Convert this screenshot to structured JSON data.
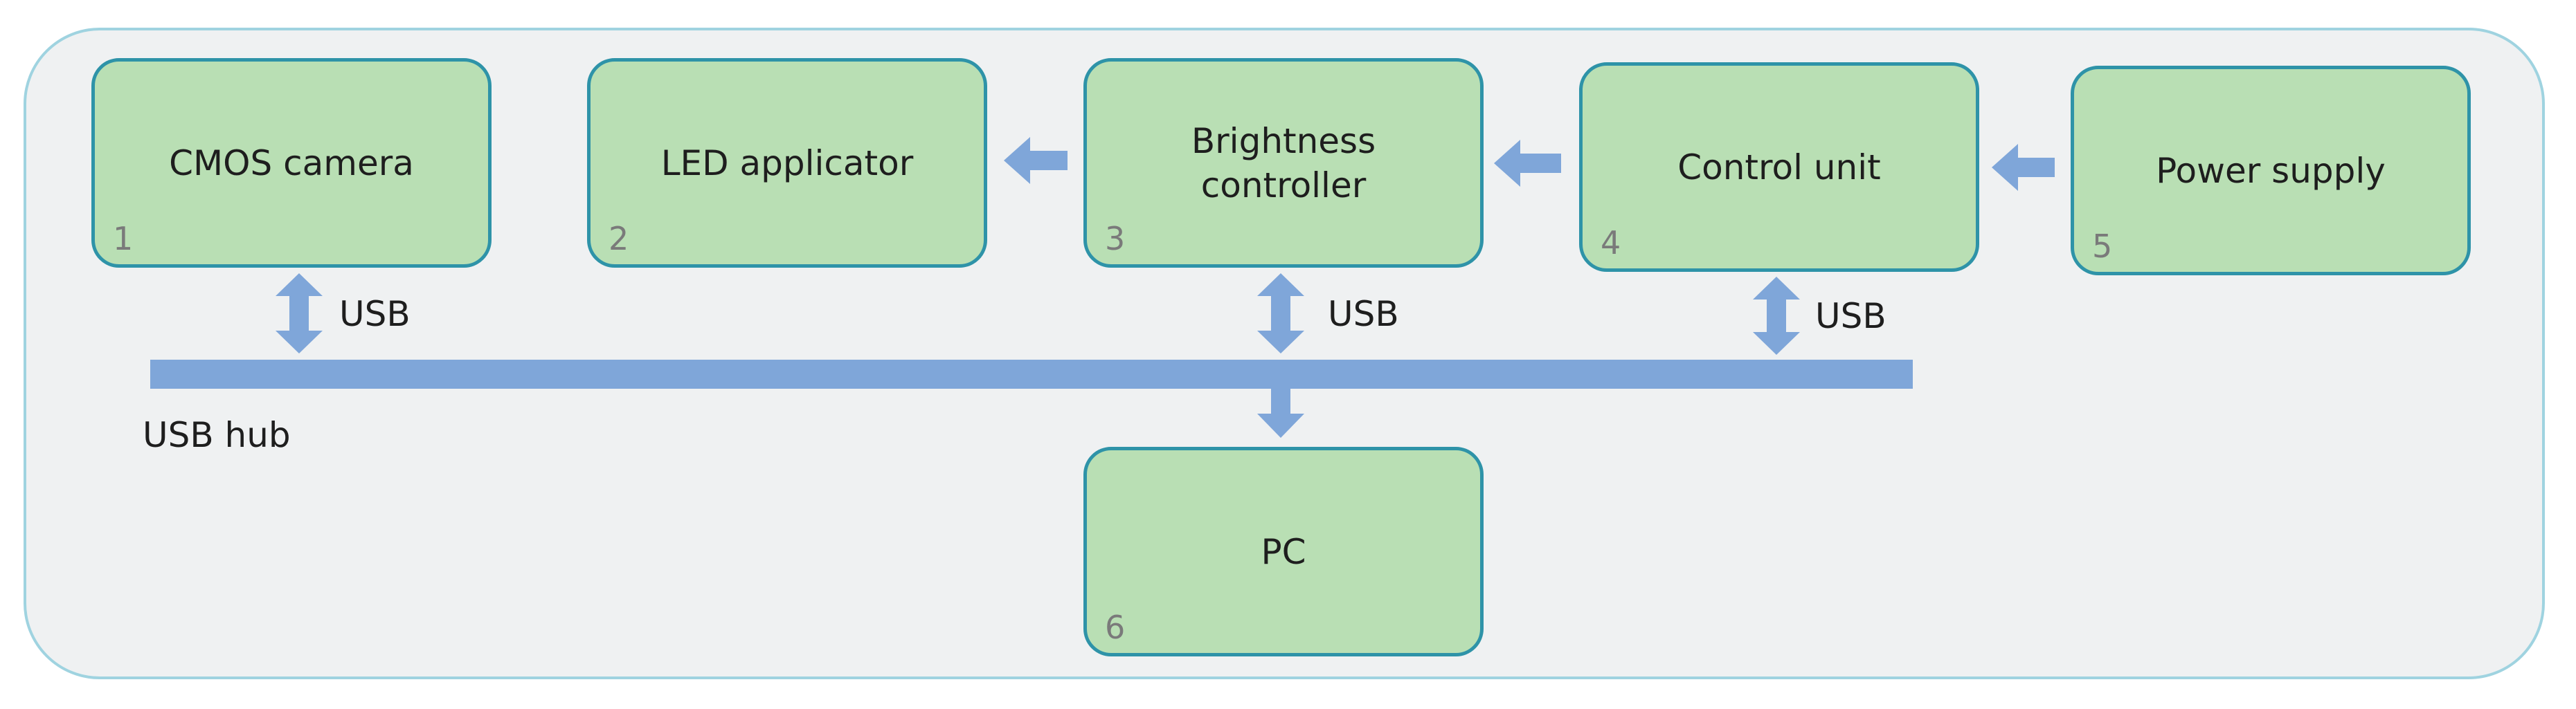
{
  "blocks": {
    "camera": {
      "label": "CMOS camera",
      "number": "1"
    },
    "led": {
      "label": "LED applicator",
      "number": "2"
    },
    "brightness": {
      "label": "Brightness controller",
      "number": "3"
    },
    "control": {
      "label": "Control unit",
      "number": "4"
    },
    "power": {
      "label": "Power supply",
      "number": "5"
    },
    "pc": {
      "label": "PC",
      "number": "6"
    }
  },
  "links": {
    "usb_camera": "USB",
    "usb_brightness": "USB",
    "usb_control": "USB"
  },
  "hub": {
    "label": "USB hub"
  },
  "colors": {
    "block_fill": "#b9dfb4",
    "block_border": "#2e93a8",
    "arrow": "#7fa6d9",
    "frame_fill": "#eff1f2"
  }
}
